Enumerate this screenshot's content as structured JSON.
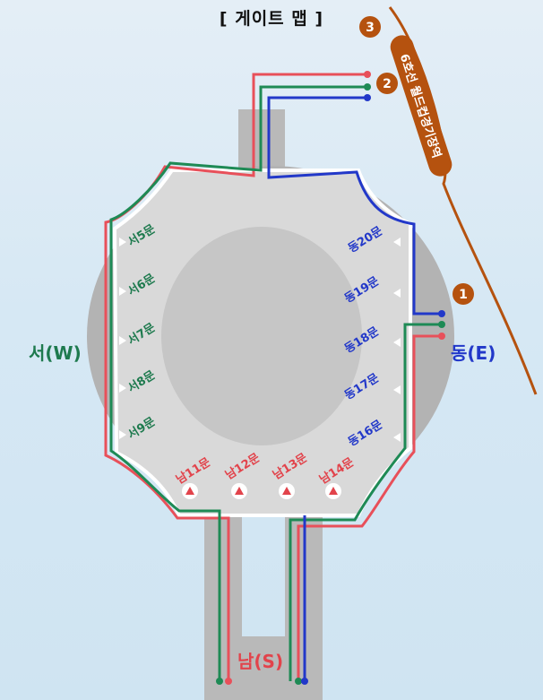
{
  "title": "[ 게이트 맵 ]",
  "colors": {
    "west": "#1e7a4e",
    "east": "#2238c9",
    "south": "#e2434b",
    "red_line": "#e8505a",
    "green_line": "#1e8a55",
    "blue_line": "#2238c9",
    "subway": "#b5520f"
  },
  "directions": {
    "west": "서(W)",
    "east": "동(E)",
    "south": "남(S)"
  },
  "subway": {
    "station": "6호선 월드컵경기장역",
    "exits": [
      "1",
      "2",
      "3"
    ]
  },
  "gates": {
    "west": [
      "서5문",
      "서6문",
      "서7문",
      "서8문",
      "서9문"
    ],
    "east": [
      "동20문",
      "동19문",
      "동18문",
      "동17문",
      "동16문"
    ],
    "south": [
      "남11문",
      "남12문",
      "남13문",
      "남14문"
    ]
  }
}
